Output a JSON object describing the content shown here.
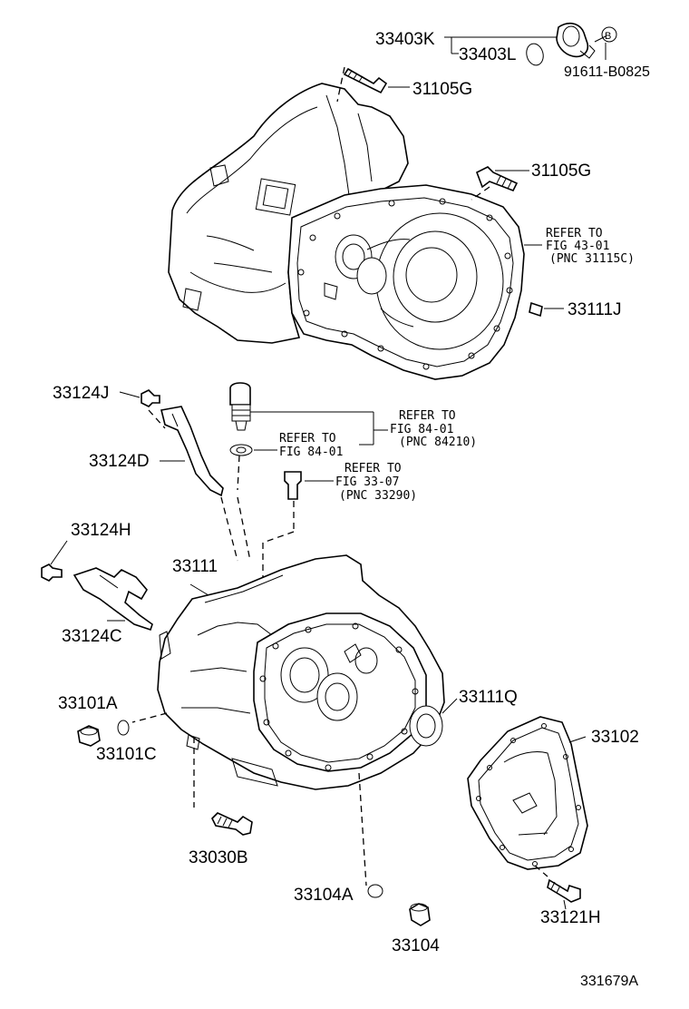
{
  "labels": {
    "p33403K": "33403K",
    "p33403L": "33403L",
    "pB": "B",
    "p91611": "91611-B0825",
    "p31105G_a": "31105G",
    "p31105G_b": "31105G",
    "p33111J": "33111J",
    "p33124J": "33124J",
    "p33124D": "33124D",
    "p33124H": "33124H",
    "p33124C": "33124C",
    "p33111": "33111",
    "p33101A": "33101A",
    "p33101C": "33101C",
    "p33111Q": "33111Q",
    "p33102": "33102",
    "p33030B": "33030B",
    "p33104A": "33104A",
    "p33104": "33104",
    "p33121H": "33121H",
    "diagram_id": "331679A"
  },
  "refs": {
    "r1_line1": "REFER TO",
    "r1_line2": "FIG 43-01",
    "r1_line3": "(PNC 31115C)",
    "r2_line1": "REFER TO",
    "r2_line2": "FIG 84-01",
    "r2_line3": "(PNC 84210)",
    "r3_line1": "REFER TO",
    "r3_line2": "FIG 84-01",
    "r4_line1": "REFER TO",
    "r4_line2": "FIG 33-07",
    "r4_line3": "(PNC 33290)"
  }
}
